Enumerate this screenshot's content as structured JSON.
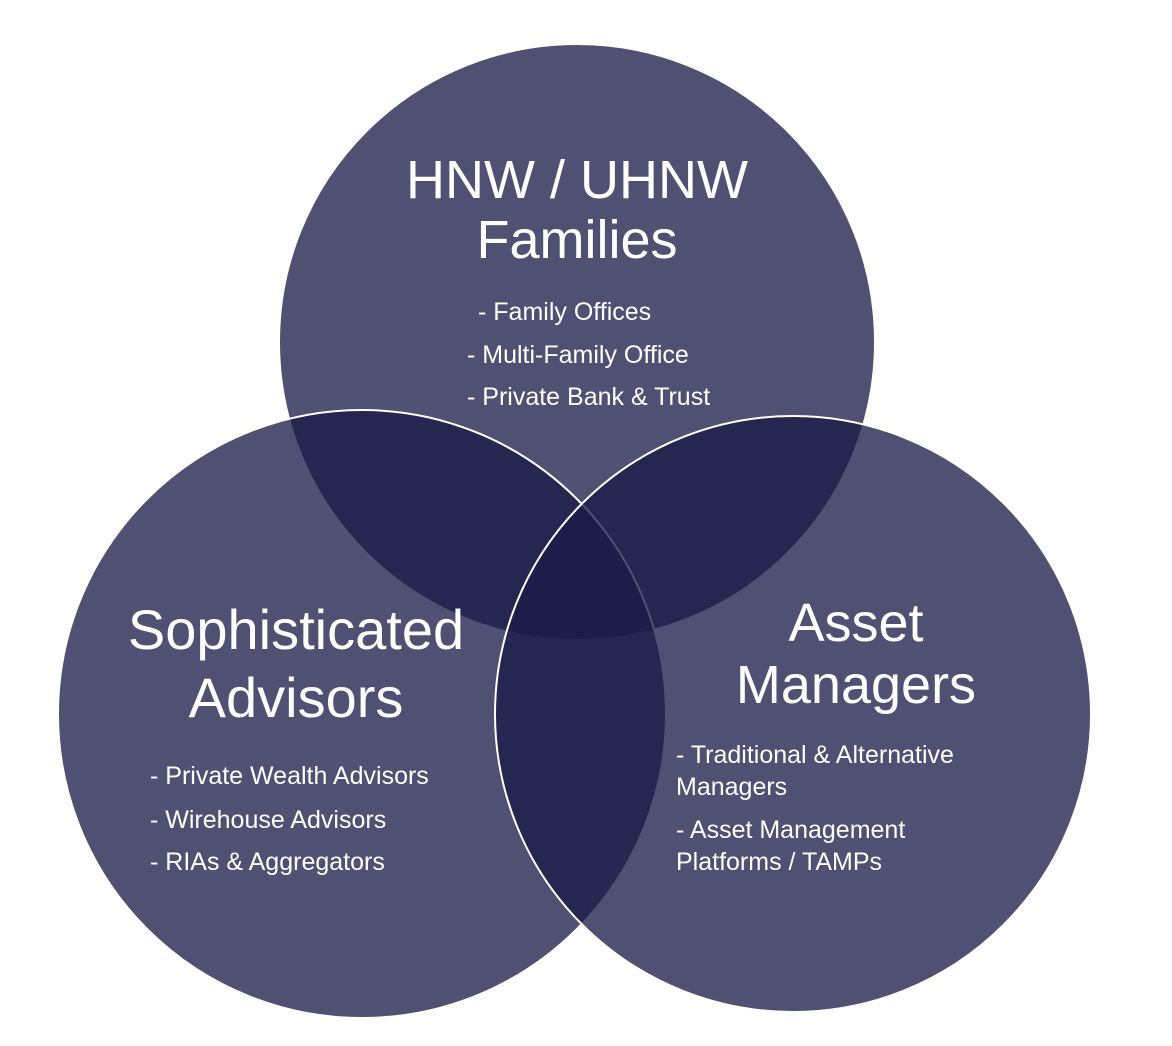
{
  "colors": {
    "background": "#ffffff",
    "circle_fill": "#1a1b48",
    "text": "#ffffff"
  },
  "circles": {
    "top": {
      "title": "HNW / UHNW\nFamilies",
      "items": [
        "- Family Offices",
        "- Multi-Family Office",
        "- Private Bank & Trust"
      ]
    },
    "left": {
      "title": "Sophisticated\nAdvisors",
      "items": [
        "- Private Wealth Advisors",
        "- Wirehouse Advisors",
        "- RIAs & Aggregators"
      ]
    },
    "right": {
      "title": "Asset\nManagers",
      "items": [
        "- Traditional & Alternative\nManagers",
        "- Asset Management\nPlatforms / TAMPs"
      ]
    }
  }
}
